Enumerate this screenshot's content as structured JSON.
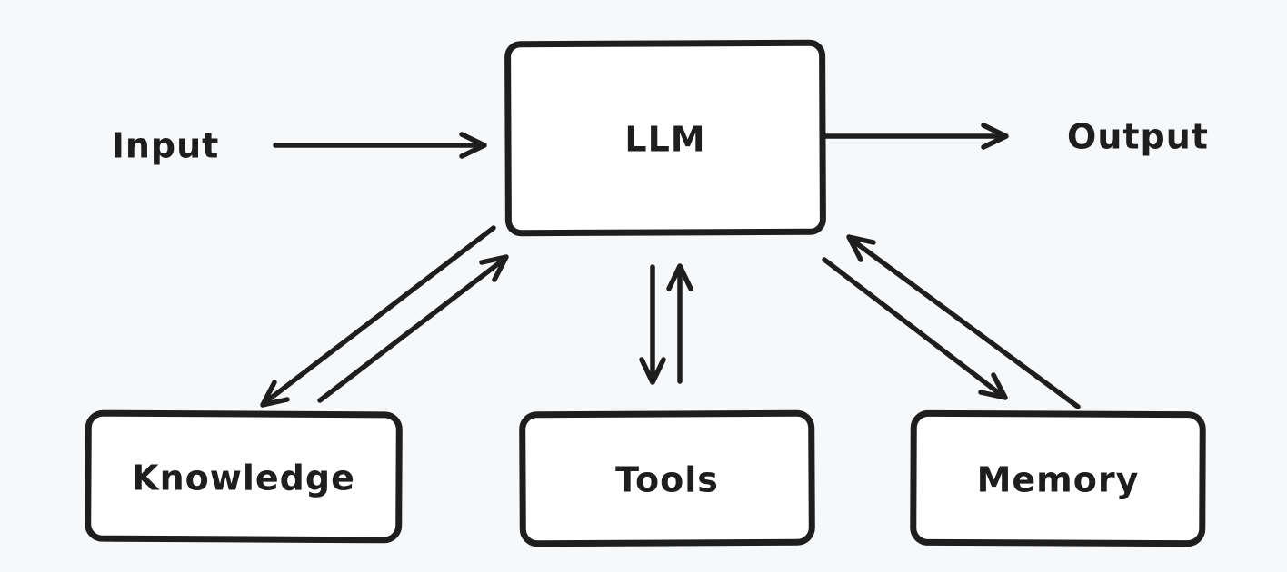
{
  "diagram": {
    "colors": {
      "background": "#f7f8fa",
      "stroke": "#1e1e1e",
      "node_fill": "#ffffff"
    },
    "nodes": [
      {
        "id": "llm",
        "label": "LLM"
      },
      {
        "id": "knowledge",
        "label": "Knowledge"
      },
      {
        "id": "tools",
        "label": "Tools"
      },
      {
        "id": "memory",
        "label": "Memory"
      }
    ],
    "io": {
      "input": "Input",
      "output": "Output"
    },
    "edges": [
      {
        "from": "Input",
        "to": "LLM",
        "type": "arrow"
      },
      {
        "from": "LLM",
        "to": "Output",
        "type": "arrow"
      },
      {
        "from": "LLM",
        "to": "Knowledge",
        "type": "bidirectional",
        "style": "two parallel arrows"
      },
      {
        "from": "LLM",
        "to": "Tools",
        "type": "bidirectional",
        "style": "two parallel arrows"
      },
      {
        "from": "LLM",
        "to": "Memory",
        "type": "bidirectional",
        "style": "two parallel arrows"
      }
    ]
  }
}
